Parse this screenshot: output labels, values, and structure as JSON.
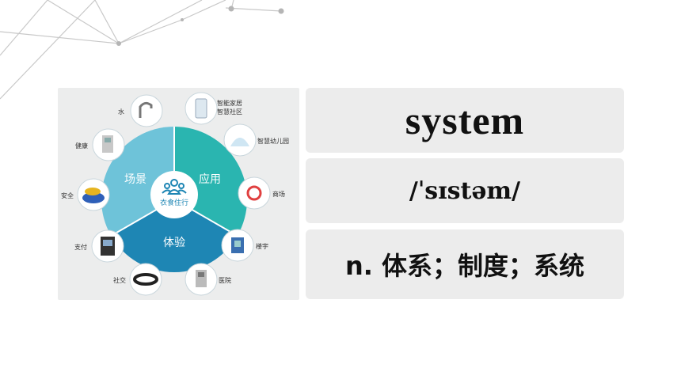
{
  "word_card": {
    "word": "system",
    "phonetic": "/ˈsɪstəm/",
    "definition": "n. 体系；制度；系统"
  },
  "diagram": {
    "center_label": "衣食住行",
    "segments": [
      "场景",
      "应用",
      "体验"
    ],
    "left_labels": [
      "水",
      "健康",
      "安全",
      "支付",
      "社交"
    ],
    "right_labels": [
      "智能家居",
      "智慧社区",
      "智慧幼儿园",
      "商场",
      "楼宇",
      "医院"
    ]
  },
  "colors": {
    "card_bg": "#ececec",
    "segment_scene": "#6ec3d9",
    "segment_app": "#2ab5b0",
    "segment_experience": "#1e86b4"
  }
}
